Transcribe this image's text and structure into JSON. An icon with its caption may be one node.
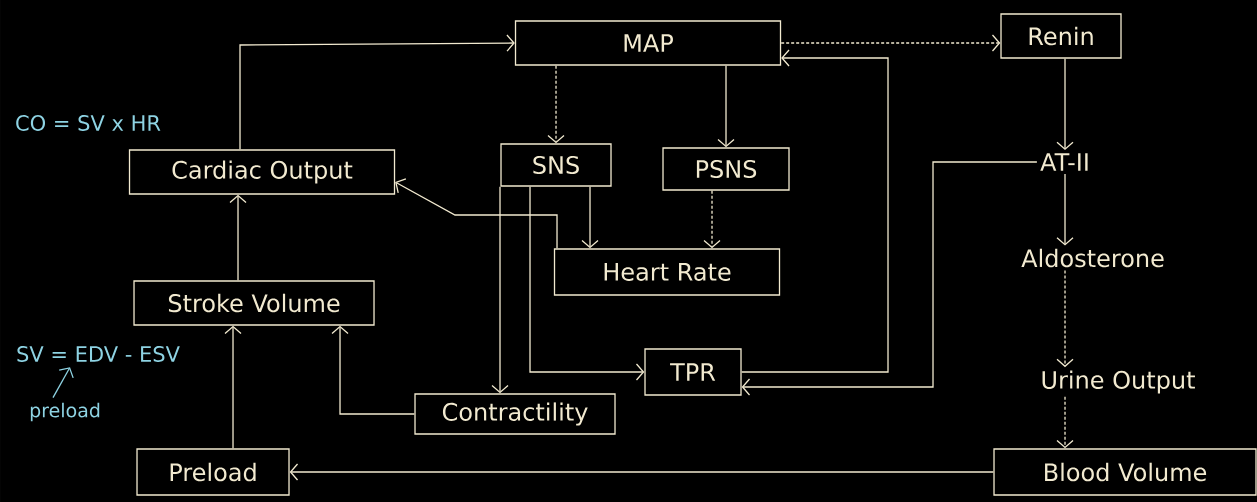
{
  "diagram": {
    "nodes": [
      {
        "text": [
          "MAP"
        ]
      },
      {
        "text": [
          "Renin"
        ]
      },
      {
        "text": [
          "Cardiac Output"
        ]
      },
      {
        "text": [
          "SNS"
        ]
      },
      {
        "text": [
          "PSNS"
        ]
      },
      {
        "text": [
          "AT-II"
        ]
      },
      {
        "text": [
          "Heart Rate"
        ]
      },
      {
        "text": [
          "Aldosterone"
        ]
      },
      {
        "text": [
          "Stroke Volume"
        ]
      },
      {
        "text": [
          "TPR"
        ]
      },
      {
        "text": [
          "Urine Output"
        ]
      },
      {
        "text": [
          "Contractility"
        ]
      },
      {
        "text": [
          "Preload"
        ]
      },
      {
        "text": [
          "Blood Volume"
        ]
      },
      {
        "text": [
          "preload"
        ]
      },
      {
        "text": [
          "SV = EDV - ESV"
        ]
      }
    ],
    "edges": [
      {
        "from": 2,
        "to": 0,
        "arrow": "to"
      },
      {
        "from": 0,
        "to": 3,
        "arrow": "to",
        "style": "dashed"
      },
      {
        "from": 0,
        "to": 4,
        "arrow": "to"
      },
      {
        "from": 0,
        "to": 1,
        "arrow": "to",
        "style": "dashed"
      },
      {
        "from": 9,
        "to": 0,
        "arrow": "to"
      },
      {
        "from": 1,
        "to": 5,
        "arrow": "to"
      },
      {
        "from": 5,
        "to": 9,
        "arrow": "to"
      },
      {
        "from": 5,
        "to": 7,
        "arrow": "to"
      },
      {
        "from": 7,
        "to": 10,
        "arrow": "to",
        "style": "dashed"
      },
      {
        "from": 10,
        "to": 13,
        "arrow": "to",
        "style": "dashed"
      },
      {
        "from": 13,
        "to": 12,
        "arrow": "to"
      },
      {
        "from": 3,
        "to": 6,
        "arrow": "to"
      },
      {
        "from": 4,
        "to": 6,
        "arrow": "to",
        "style": "dashed"
      },
      {
        "from": 6,
        "to": 2,
        "arrow": "to"
      },
      {
        "from": 3,
        "to": 11,
        "arrow": "to"
      },
      {
        "from": 3,
        "to": 9,
        "arrow": "to"
      },
      {
        "from": 11,
        "to": 8,
        "arrow": "to"
      },
      {
        "from": 12,
        "to": 8,
        "arrow": "to"
      },
      {
        "from": 8,
        "to": 2,
        "arrow": "to"
      },
      {
        "from": 14,
        "to": 15,
        "arrow": "to",
        "color": "#8ed3e3"
      }
    ],
    "labels": [
      "CO = SV x HR"
    ]
  }
}
